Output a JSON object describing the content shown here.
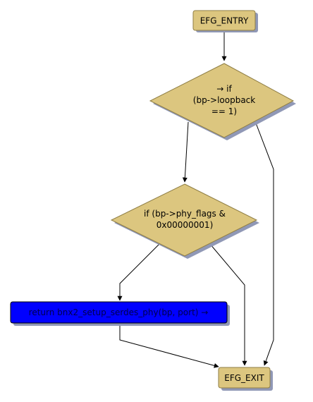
{
  "colors": {
    "node_fill": "#dcc67f",
    "node_stroke": "#8f7e45",
    "shadow": "#9098b6",
    "call_fill": "#0000ff",
    "call_stroke": "#000000",
    "edge": "#000000"
  },
  "nodes": {
    "entry": {
      "label": "EFG_ENTRY"
    },
    "if_loopback": {
      "lines": [
        "→ if",
        "(bp->loopback",
        "== 1)"
      ]
    },
    "if_phy_flags": {
      "lines": [
        "if (bp->phy_flags &",
        "0x00000001)"
      ]
    },
    "return_call": {
      "label": "return  bnx2_setup_serdes_phy(bp, port) →"
    },
    "exit": {
      "label": "EFG_EXIT"
    }
  }
}
